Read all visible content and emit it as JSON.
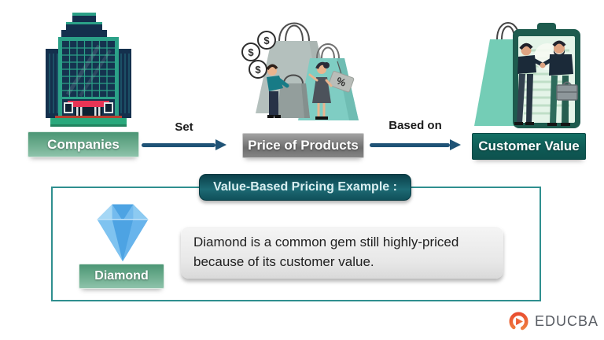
{
  "flow": {
    "steps": [
      {
        "id": "companies",
        "label": "Companies"
      },
      {
        "id": "price-of-products",
        "label": "Price of Products"
      },
      {
        "id": "customer-value",
        "label": "Customer Value"
      }
    ],
    "arrows": [
      {
        "label": "Set"
      },
      {
        "label": "Based on"
      }
    ]
  },
  "illustration": {
    "coin_symbol": "$",
    "tag_symbol": "%"
  },
  "example": {
    "title": "Value-Based Pricing Example :",
    "item_label": "Diamond",
    "description": "Diamond is a common gem still highly-priced because of its customer value."
  },
  "branding": {
    "logo_text": "EDUCBA"
  },
  "colors": {
    "arrow": "#1f5376",
    "green_label": "#6fae90",
    "gray_label": "#7d7d7d",
    "dark_teal_label": "#0f5a55",
    "header_teal": "#12525c",
    "box_border": "#2f8f8f",
    "description_bg": "#e9e9e9",
    "diamond_blue": "#5fb0e9",
    "logo_red": "#e8452c"
  }
}
